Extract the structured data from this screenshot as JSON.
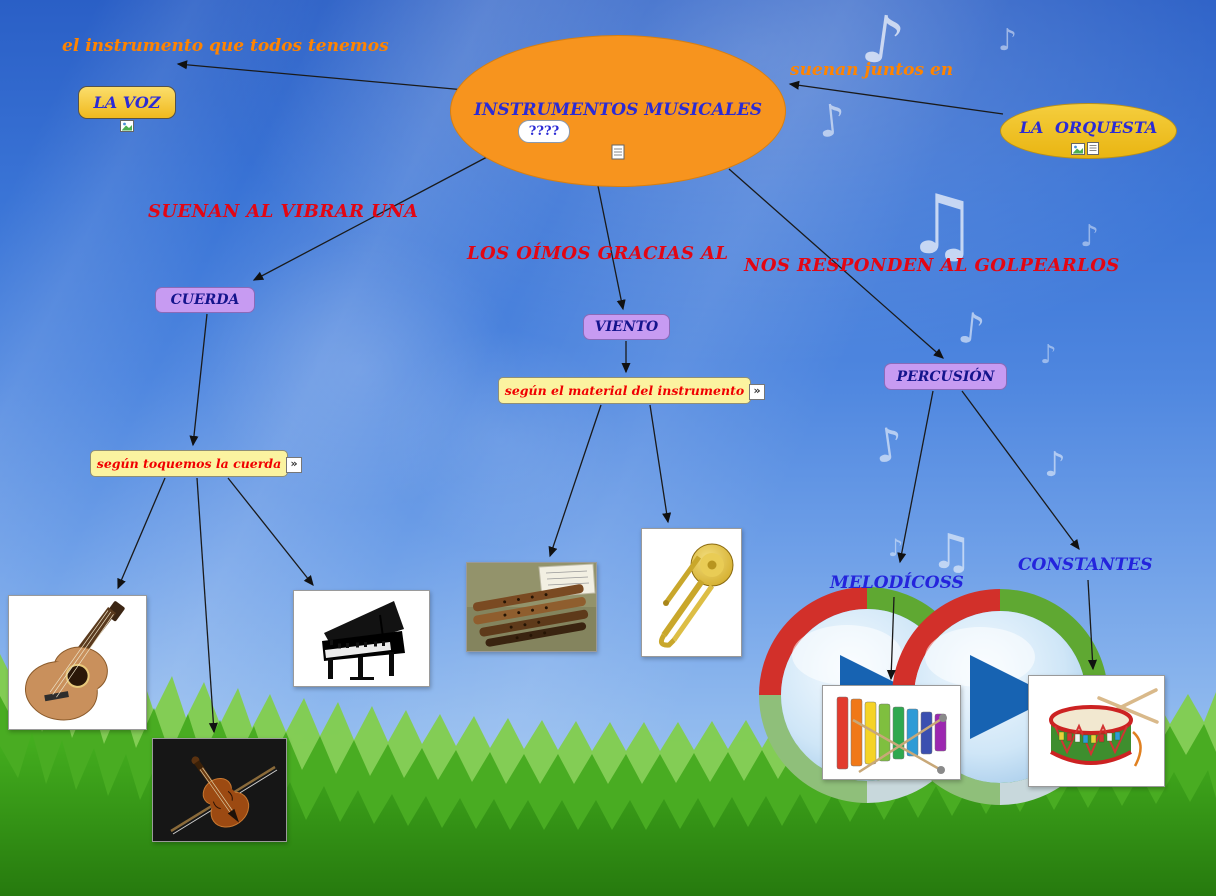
{
  "map": {
    "center": {
      "label": "INSTRUMENTOS MUSICALES",
      "badge": "????"
    },
    "edge_labels": {
      "voz": "el instrumento que todos tenemos",
      "orquesta": "suenan juntos en",
      "cuerda": "SUENAN AL VIBRAR UNA",
      "viento": "LOS OÍMOS GRACIAS AL",
      "percusion": "NOS RESPONDEN AL GOLPEARLOS"
    },
    "nodes": {
      "voz": "LA VOZ",
      "orquesta": "LA ORQUESTA",
      "cuerda": "CUERDA",
      "viento": "VIENTO",
      "percusion": "PERCUSIÓN",
      "melodicos": "MELODÍCOSS",
      "constantes": "CONSTANTES"
    },
    "notes": {
      "cuerda": "según toquemos la cuerda",
      "viento": "según el material del instrumento"
    },
    "images": [
      "guitar-image",
      "violin-image",
      "piano-image",
      "flutes-image",
      "trombone-image",
      "xylophone-image",
      "drum-image"
    ]
  },
  "decor": {
    "note_single": "♪",
    "note_beamed": "♫",
    "expand_glyph": "»"
  },
  "colors": {
    "center_fill": "#F7941E",
    "gold_fill": "#F0B91E",
    "purple_fill": "#C79BF2",
    "note_fill": "#FBF3A0",
    "text_blue": "#2B2BD5",
    "text_red": "#E30613",
    "text_orange": "#FF8400",
    "label_blue": "#2424DC"
  }
}
